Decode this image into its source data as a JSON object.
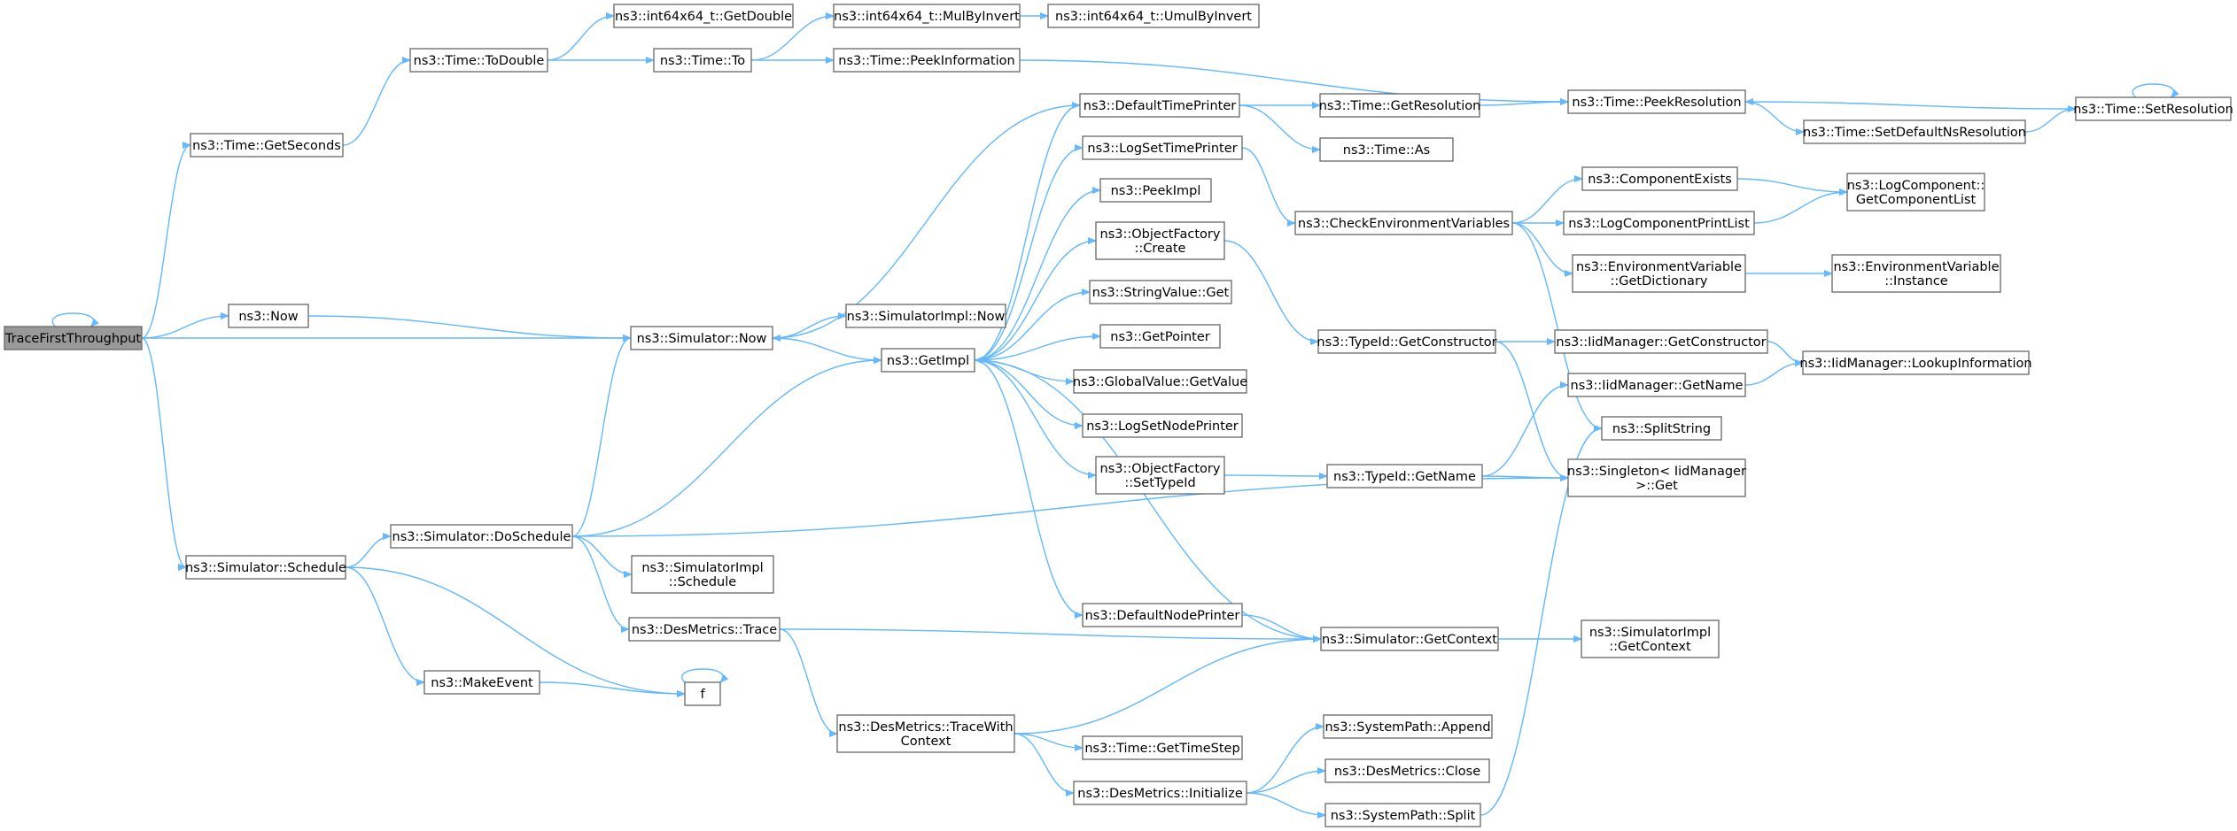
{
  "diagram": {
    "title": "",
    "nodes": [
      {
        "id": "root",
        "lines": [
          "TraceFirstThroughput"
        ],
        "root": true
      },
      {
        "id": "getSeconds",
        "lines": [
          "ns3::Time::GetSeconds"
        ]
      },
      {
        "id": "toDouble",
        "lines": [
          "ns3::Time::ToDouble"
        ]
      },
      {
        "id": "getDouble",
        "lines": [
          "ns3::int64x64_t::GetDouble"
        ]
      },
      {
        "id": "to",
        "lines": [
          "ns3::Time::To"
        ]
      },
      {
        "id": "mulByInvert",
        "lines": [
          "ns3::int64x64_t::MulByInvert"
        ]
      },
      {
        "id": "umulByInvert",
        "lines": [
          "ns3::int64x64_t::UmulByInvert"
        ]
      },
      {
        "id": "peekInformation",
        "lines": [
          "ns3::Time::PeekInformation"
        ]
      },
      {
        "id": "peekResolution",
        "lines": [
          "ns3::Time::PeekResolution"
        ]
      },
      {
        "id": "setResolution",
        "lines": [
          "ns3::Time::SetResolution"
        ]
      },
      {
        "id": "setDefaultNsResolution",
        "lines": [
          "ns3::Time::SetDefaultNsResolution"
        ]
      },
      {
        "id": "now",
        "lines": [
          "ns3::Now"
        ]
      },
      {
        "id": "simNow",
        "lines": [
          "ns3::Simulator::Now"
        ]
      },
      {
        "id": "simImplNow",
        "lines": [
          "ns3::SimulatorImpl::Now"
        ]
      },
      {
        "id": "getImpl",
        "lines": [
          "ns3::GetImpl"
        ]
      },
      {
        "id": "defaultTimePrinter",
        "lines": [
          "ns3::DefaultTimePrinter"
        ]
      },
      {
        "id": "getResolution",
        "lines": [
          "ns3::Time::GetResolution"
        ]
      },
      {
        "id": "timeAs",
        "lines": [
          "ns3::Time::As"
        ]
      },
      {
        "id": "logSetTimePrinter",
        "lines": [
          "ns3::LogSetTimePrinter"
        ]
      },
      {
        "id": "peekImpl",
        "lines": [
          "ns3::PeekImpl"
        ]
      },
      {
        "id": "objFactoryCreate",
        "lines": [
          "ns3::ObjectFactory",
          "::Create"
        ]
      },
      {
        "id": "stringValueGet",
        "lines": [
          "ns3::StringValue::Get"
        ]
      },
      {
        "id": "getPointer",
        "lines": [
          "ns3::GetPointer"
        ]
      },
      {
        "id": "globalValueGetValue",
        "lines": [
          "ns3::GlobalValue::GetValue"
        ]
      },
      {
        "id": "logSetNodePrinter",
        "lines": [
          "ns3::LogSetNodePrinter"
        ]
      },
      {
        "id": "objFactorySetTypeId",
        "lines": [
          "ns3::ObjectFactory",
          "::SetTypeId"
        ]
      },
      {
        "id": "checkEnvVars",
        "lines": [
          "ns3::CheckEnvironmentVariables"
        ]
      },
      {
        "id": "componentExists",
        "lines": [
          "ns3::ComponentExists"
        ]
      },
      {
        "id": "logComponentPrintList",
        "lines": [
          "ns3::LogComponentPrintList"
        ]
      },
      {
        "id": "logComponentGetComponentList",
        "lines": [
          "ns3::LogComponent::",
          "GetComponentList"
        ]
      },
      {
        "id": "envVarGetDictionary",
        "lines": [
          "ns3::EnvironmentVariable",
          "::GetDictionary"
        ]
      },
      {
        "id": "envVarInstance",
        "lines": [
          "ns3::EnvironmentVariable",
          "::Instance"
        ]
      },
      {
        "id": "typeIdGetConstructor",
        "lines": [
          "ns3::TypeId::GetConstructor"
        ]
      },
      {
        "id": "iidMgrGetConstructor",
        "lines": [
          "ns3::IidManager::GetConstructor"
        ]
      },
      {
        "id": "iidMgrLookupInformation",
        "lines": [
          "ns3::IidManager::LookupInformation"
        ]
      },
      {
        "id": "iidMgrGetName",
        "lines": [
          "ns3::IidManager::GetName"
        ]
      },
      {
        "id": "splitString",
        "lines": [
          "ns3::SplitString"
        ]
      },
      {
        "id": "typeIdGetName",
        "lines": [
          "ns3::TypeId::GetName"
        ]
      },
      {
        "id": "singletonGet",
        "lines": [
          "ns3::Singleton< IidManager",
          " >::Get"
        ]
      },
      {
        "id": "simSchedule",
        "lines": [
          "ns3::Simulator::Schedule"
        ]
      },
      {
        "id": "simDoSchedule",
        "lines": [
          "ns3::Simulator::DoSchedule"
        ]
      },
      {
        "id": "simImplSchedule",
        "lines": [
          "ns3::SimulatorImpl",
          "::Schedule"
        ]
      },
      {
        "id": "desMetricsTrace",
        "lines": [
          "ns3::DesMetrics::Trace"
        ]
      },
      {
        "id": "defaultNodePrinter",
        "lines": [
          "ns3::DefaultNodePrinter"
        ]
      },
      {
        "id": "simGetContext",
        "lines": [
          "ns3::Simulator::GetContext"
        ]
      },
      {
        "id": "simImplGetContext",
        "lines": [
          "ns3::SimulatorImpl",
          "::GetContext"
        ]
      },
      {
        "id": "makeEvent",
        "lines": [
          "ns3::MakeEvent"
        ]
      },
      {
        "id": "f",
        "lines": [
          "f"
        ]
      },
      {
        "id": "desMetricsTraceWithContext",
        "lines": [
          "ns3::DesMetrics::TraceWith",
          "Context"
        ]
      },
      {
        "id": "getTimeStep",
        "lines": [
          "ns3::Time::GetTimeStep"
        ]
      },
      {
        "id": "desMetricsInitialize",
        "lines": [
          "ns3::DesMetrics::Initialize"
        ]
      },
      {
        "id": "sysPathAppend",
        "lines": [
          "ns3::SystemPath::Append"
        ]
      },
      {
        "id": "desMetricsClose",
        "lines": [
          "ns3::DesMetrics::Close"
        ]
      },
      {
        "id": "sysPathSplit",
        "lines": [
          "ns3::SystemPath::Split"
        ]
      }
    ],
    "edges": [
      [
        "root",
        "root"
      ],
      [
        "root",
        "getSeconds"
      ],
      [
        "root",
        "now"
      ],
      [
        "root",
        "simNow"
      ],
      [
        "root",
        "simSchedule"
      ],
      [
        "getSeconds",
        "toDouble"
      ],
      [
        "toDouble",
        "getDouble"
      ],
      [
        "toDouble",
        "to"
      ],
      [
        "to",
        "mulByInvert"
      ],
      [
        "to",
        "peekInformation"
      ],
      [
        "mulByInvert",
        "umulByInvert"
      ],
      [
        "peekInformation",
        "peekResolution"
      ],
      [
        "now",
        "simNow"
      ],
      [
        "simNow",
        "simImplNow"
      ],
      [
        "simNow",
        "getImpl"
      ],
      [
        "getImpl",
        "defaultTimePrinter"
      ],
      [
        "getImpl",
        "logSetTimePrinter"
      ],
      [
        "getImpl",
        "peekImpl"
      ],
      [
        "getImpl",
        "objFactoryCreate"
      ],
      [
        "getImpl",
        "stringValueGet"
      ],
      [
        "getImpl",
        "getPointer"
      ],
      [
        "getImpl",
        "globalValueGetValue"
      ],
      [
        "getImpl",
        "logSetNodePrinter"
      ],
      [
        "getImpl",
        "objFactorySetTypeId"
      ],
      [
        "getImpl",
        "defaultNodePrinter"
      ],
      [
        "defaultTimePrinter",
        "simNow"
      ],
      [
        "defaultTimePrinter",
        "getResolution"
      ],
      [
        "defaultTimePrinter",
        "timeAs"
      ],
      [
        "getResolution",
        "peekResolution"
      ],
      [
        "peekResolution",
        "setDefaultNsResolution"
      ],
      [
        "setDefaultNsResolution",
        "setResolution"
      ],
      [
        "setResolution",
        "peekResolution"
      ],
      [
        "setResolution",
        "setResolution"
      ],
      [
        "logSetTimePrinter",
        "checkEnvVars"
      ],
      [
        "checkEnvVars",
        "componentExists"
      ],
      [
        "checkEnvVars",
        "logComponentPrintList"
      ],
      [
        "checkEnvVars",
        "envVarGetDictionary"
      ],
      [
        "checkEnvVars",
        "splitString"
      ],
      [
        "componentExists",
        "logComponentGetComponentList"
      ],
      [
        "logComponentPrintList",
        "logComponentGetComponentList"
      ],
      [
        "envVarGetDictionary",
        "envVarInstance"
      ],
      [
        "objFactoryCreate",
        "typeIdGetConstructor"
      ],
      [
        "typeIdGetConstructor",
        "iidMgrGetConstructor"
      ],
      [
        "typeIdGetConstructor",
        "singletonGet"
      ],
      [
        "iidMgrGetConstructor",
        "iidMgrLookupInformation"
      ],
      [
        "iidMgrGetName",
        "iidMgrLookupInformation"
      ],
      [
        "objFactorySetTypeId",
        "typeIdGetName"
      ],
      [
        "typeIdGetName",
        "iidMgrGetName"
      ],
      [
        "typeIdGetName",
        "singletonGet"
      ],
      [
        "simSchedule",
        "simDoSchedule"
      ],
      [
        "simSchedule",
        "makeEvent"
      ],
      [
        "simSchedule",
        "f"
      ],
      [
        "simDoSchedule",
        "simNow"
      ],
      [
        "simDoSchedule",
        "getImpl"
      ],
      [
        "simDoSchedule",
        "simImplSchedule"
      ],
      [
        "simDoSchedule",
        "desMetricsTrace"
      ],
      [
        "simDoSchedule",
        "singletonGet"
      ],
      [
        "desMetricsTrace",
        "simGetContext"
      ],
      [
        "desMetricsTrace",
        "desMetricsTraceWithContext"
      ],
      [
        "defaultNodePrinter",
        "simGetContext"
      ],
      [
        "simGetContext",
        "getImpl"
      ],
      [
        "simGetContext",
        "simImplGetContext"
      ],
      [
        "makeEvent",
        "f"
      ],
      [
        "f",
        "f"
      ],
      [
        "desMetricsTraceWithContext",
        "simGetContext"
      ],
      [
        "desMetricsTraceWithContext",
        "getTimeStep"
      ],
      [
        "desMetricsTraceWithContext",
        "desMetricsInitialize"
      ],
      [
        "desMetricsInitialize",
        "sysPathAppend"
      ],
      [
        "desMetricsInitialize",
        "desMetricsClose"
      ],
      [
        "desMetricsInitialize",
        "sysPathSplit"
      ],
      [
        "sysPathSplit",
        "splitString"
      ]
    ]
  },
  "colors": {
    "edge": "#63b8ff",
    "node_border": "#666666",
    "node_fill": "#ffffff",
    "root_fill": "#999999"
  }
}
